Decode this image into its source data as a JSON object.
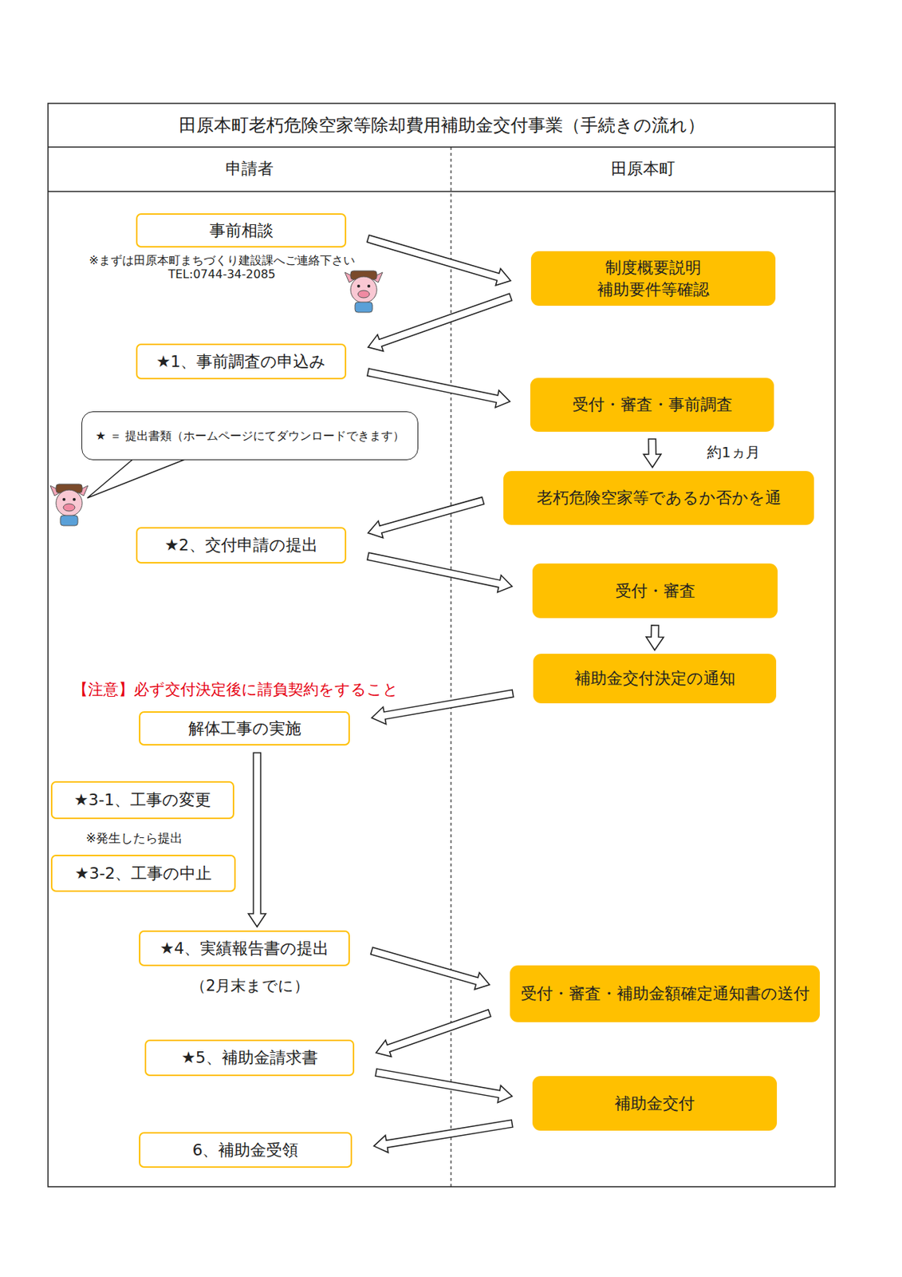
{
  "diagram": {
    "title": "田原本町老朽危険空家等除却費用補助金交付事業（手続きの流れ）",
    "nodes": [
      {
        "text": [
          "事前相談"
        ]
      },
      {
        "text": [
          "制度概要説明 補助要件等確認"
        ]
      },
      {
        "text": [
          "★1、事前調査の申込み"
        ]
      },
      {
        "text": [
          "受付・審査・事前調査"
        ]
      },
      {
        "text": [
          "★ ＝ 提出書類（ホームページにてダウンロードできます）"
        ]
      },
      {
        "text": [
          "老朽危険空家等であるか否かを通"
        ]
      },
      {
        "text": [
          "★2、交付申請の提出"
        ]
      },
      {
        "text": [
          "受付・審査"
        ]
      },
      {
        "text": [
          "補助金交付決定の通知"
        ]
      },
      {
        "text": [
          "解体工事の実施"
        ]
      },
      {
        "text": [
          "★3-1、工事の変更"
        ]
      },
      {
        "text": [
          "★3-2、工事の中止"
        ]
      },
      {
        "text": [
          "★4、実績報告書の提出"
        ]
      },
      {
        "text": [
          "受付・審査・補助金額確定通知書の送付"
        ]
      },
      {
        "text": [
          "★5、補助金請求書"
        ]
      },
      {
        "text": [
          "補助金交付"
        ]
      },
      {
        "text": [
          "6、補助金受領"
        ]
      }
    ],
    "edges": [
      {
        "from": 0,
        "to": 1,
        "arrow": "to"
      },
      {
        "from": 1,
        "to": 2,
        "arrow": "to"
      },
      {
        "from": 2,
        "to": 3,
        "arrow": "to"
      },
      {
        "from": 3,
        "to": 5,
        "arrow": "to"
      },
      {
        "from": 5,
        "to": 6,
        "arrow": "to"
      },
      {
        "from": 6,
        "to": 7,
        "arrow": "to"
      },
      {
        "from": 7,
        "to": 8,
        "arrow": "to"
      },
      {
        "from": 8,
        "to": 9,
        "arrow": "to"
      },
      {
        "from": 9,
        "to": 12,
        "arrow": "to"
      },
      {
        "from": 12,
        "to": 13,
        "arrow": "to"
      },
      {
        "from": 13,
        "to": 14,
        "arrow": "to"
      },
      {
        "from": 14,
        "to": 15,
        "arrow": "to"
      },
      {
        "from": 15,
        "to": 16,
        "arrow": "to"
      }
    ],
    "labels": [
      "申請者",
      "田原本町",
      "※まずは田原本町まちづくり建設課へご連絡下さい",
      "TEL:0744-34-2085",
      "約1ヵ月",
      "【注意】必ず交付決定後に請負契約をすること",
      "※発生したら提出",
      "（2月末までに）"
    ]
  }
}
